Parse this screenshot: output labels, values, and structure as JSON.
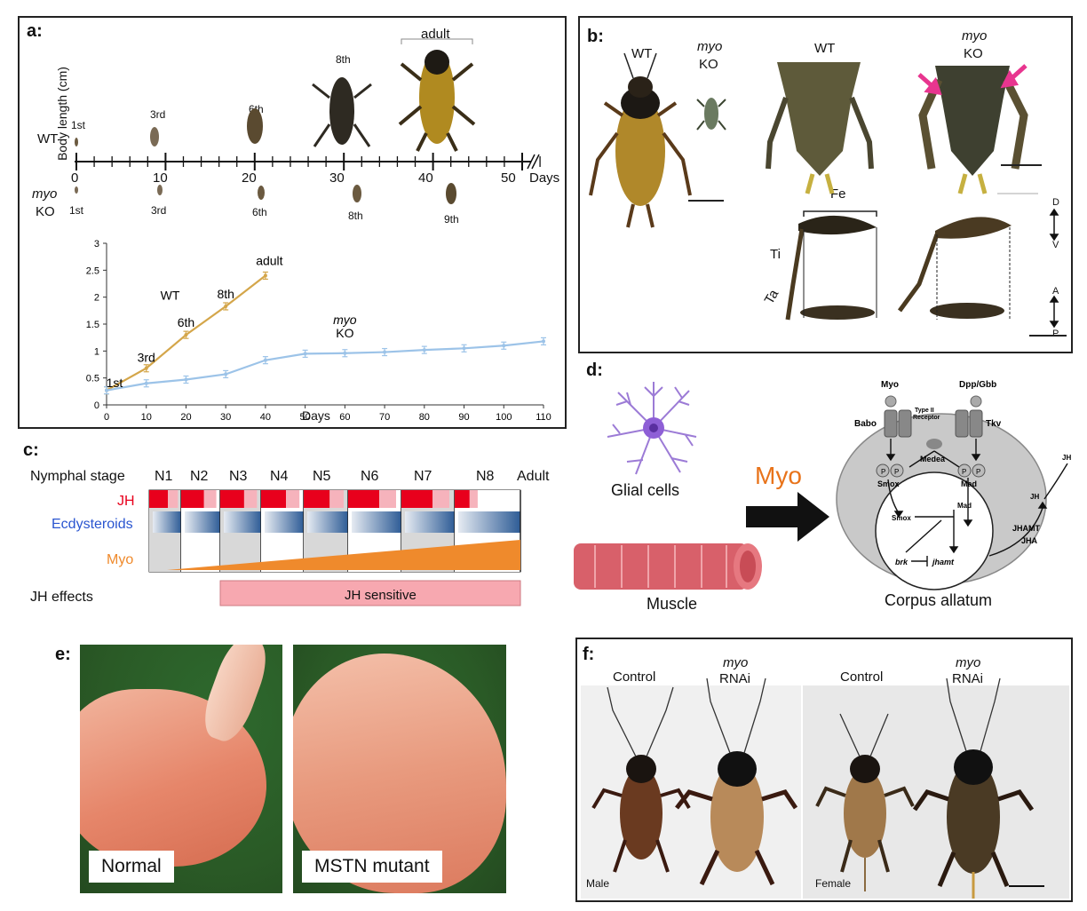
{
  "panel_a": {
    "label": "a:",
    "wt": "WT",
    "ko_italic": "myo",
    "ko": "KO",
    "days_label": "Days",
    "timeline_ticks": [
      "0",
      "10",
      "20",
      "30",
      "40",
      "50"
    ],
    "wt_stages": [
      "1st",
      "3rd",
      "6th",
      "8th",
      "adult"
    ],
    "ko_stages": [
      "1st",
      "3rd",
      "6th",
      "8th",
      "9th"
    ]
  },
  "chart_data": {
    "type": "line",
    "xlabel": "Days",
    "ylabel": "Body length (cm)",
    "xlim": [
      0,
      110
    ],
    "ylim": [
      0,
      3
    ],
    "xticks": [
      "0",
      "10",
      "20",
      "30",
      "40",
      "50",
      "60",
      "70",
      "80",
      "90",
      "100",
      "110"
    ],
    "yticks": [
      "0",
      "0.5",
      "1",
      "1.5",
      "2",
      "2.5",
      "3"
    ],
    "series": [
      {
        "name": "WT",
        "color": "#d4a64a",
        "x": [
          0,
          10,
          20,
          30,
          40
        ],
        "y": [
          0.27,
          0.68,
          1.3,
          1.83,
          2.4
        ]
      },
      {
        "name": "myo KO",
        "color": "#9cc3e8",
        "x": [
          0,
          10,
          20,
          30,
          40,
          50,
          60,
          70,
          80,
          90,
          100,
          110
        ],
        "y": [
          0.27,
          0.4,
          0.47,
          0.57,
          0.83,
          0.95,
          0.96,
          0.98,
          1.02,
          1.05,
          1.1,
          1.18
        ]
      }
    ],
    "annotations": [
      {
        "text": "1st",
        "x": 2,
        "y": 0.33
      },
      {
        "text": "3rd",
        "x": 10,
        "y": 0.8
      },
      {
        "text": "6th",
        "x": 20,
        "y": 1.45
      },
      {
        "text": "8th",
        "x": 30,
        "y": 1.98
      },
      {
        "text": "adult",
        "x": 41,
        "y": 2.6
      },
      {
        "text": "WT",
        "x": 16,
        "y": 1.95
      },
      {
        "text": "myo",
        "x": 60,
        "y": 1.5
      },
      {
        "text": "KO",
        "x": 60,
        "y": 1.25
      }
    ]
  },
  "panel_b": {
    "label": "b:",
    "wt": "WT",
    "ko_italic": "myo",
    "ko": "KO",
    "fe": "Fe",
    "ti": "Ti",
    "ta": "Ta",
    "d": "D",
    "v": "V",
    "a": "A",
    "p": "P",
    "arrow_color": "#e8358f"
  },
  "panel_c": {
    "label": "c:",
    "row_labels": {
      "stage": "Nymphal stage",
      "jh": "JH",
      "ecd": "Ecdysteroids",
      "myo": "Myo",
      "effects": "JH effects"
    },
    "stages": [
      "N1",
      "N2",
      "N3",
      "N4",
      "N5",
      "N6",
      "N7",
      "N8",
      "Adult"
    ],
    "jh_sensitive": "JH sensitive",
    "colors": {
      "jh": "#e8001c",
      "ecd": "#2e5c96",
      "myo": "#ef8a2c",
      "sens": "#f7a8b0"
    }
  },
  "panel_d": {
    "label": "d:",
    "glial": "Glial cells",
    "muscle": "Muscle",
    "myo": "Myo",
    "corpus": "Corpus allatum",
    "myo_color": "#e8731a",
    "pathway": {
      "myo": "Myo",
      "dpp": "Dpp/Gbb",
      "babo": "Babo",
      "tkv": "Tkv",
      "type2_1": "Type II",
      "type2_2": "Receptor",
      "medea": "Medea",
      "smox": "Smox",
      "mad": "Mad",
      "p": "P",
      "smox2": "Smox",
      "mad2": "Mad",
      "brk": "brk",
      "jhamt": "jhamt",
      "jhamt_up": "JHAMT",
      "jha": "JHA",
      "jh": "JH",
      "jh_out": "JH"
    }
  },
  "panel_e": {
    "label": "e:",
    "normal": "Normal",
    "mstn": "MSTN mutant"
  },
  "panel_f": {
    "label": "f:",
    "control": "Control",
    "rnai_italic": "myo",
    "rnai": "RNAi",
    "male": "Male",
    "female": "Female"
  }
}
